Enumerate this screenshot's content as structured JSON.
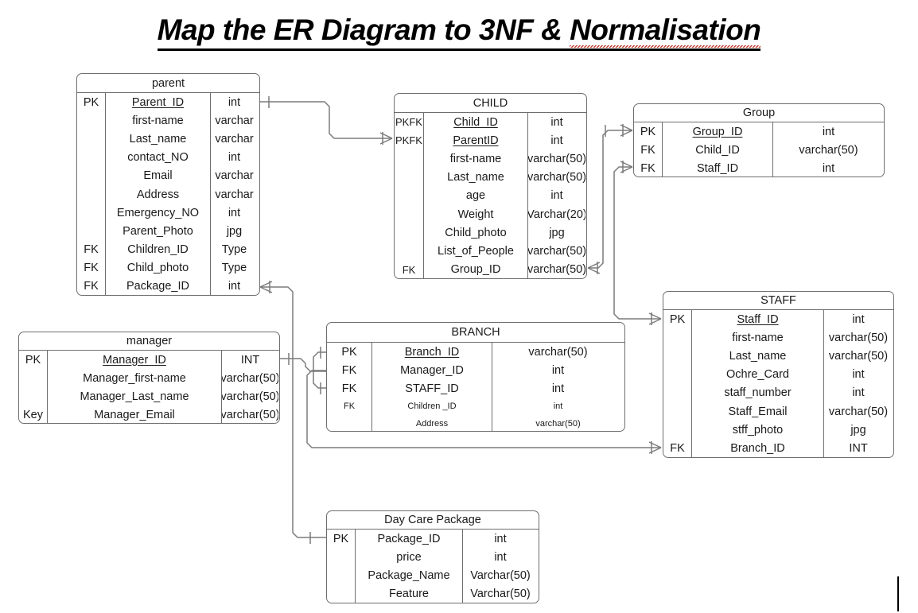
{
  "title": {
    "main": "Map the ER Diagram to 3NF & ",
    "misspelled_word": "Normalisation"
  },
  "colors": {
    "box_border": "#6e6e6e",
    "connector": "#7b7b7b",
    "text": "#1a1a1a",
    "title_underline": "#000000",
    "spellcheck_underline": "#c0392b",
    "background": "#ffffff"
  },
  "entities": {
    "parent": {
      "name": "parent",
      "rows": [
        {
          "key": "PK",
          "attr": "Parent_ID",
          "type": "int",
          "pk": true
        },
        {
          "key": "",
          "attr": "first-name",
          "type": "varchar",
          "pk": false
        },
        {
          "key": "",
          "attr": "Last_name",
          "type": "varchar",
          "pk": false
        },
        {
          "key": "",
          "attr": "contact_NO",
          "type": "int",
          "pk": false
        },
        {
          "key": "",
          "attr": "Email",
          "type": "varchar",
          "pk": false
        },
        {
          "key": "",
          "attr": "Address",
          "type": "varchar",
          "pk": false
        },
        {
          "key": "",
          "attr": "Emergency_NO",
          "type": "int",
          "pk": false
        },
        {
          "key": "",
          "attr": "Parent_Photo",
          "type": "jpg",
          "pk": false
        },
        {
          "key": "FK",
          "attr": "Children_ID",
          "type": "Type",
          "pk": false
        },
        {
          "key": "FK",
          "attr": "Child_photo",
          "type": "Type",
          "pk": false
        },
        {
          "key": "FK",
          "attr": "Package_ID",
          "type": "int",
          "pk": false
        }
      ]
    },
    "child": {
      "name": "CHILD",
      "rows": [
        {
          "key": "PKFK",
          "attr": "Child_ID",
          "type": "int",
          "pk": true
        },
        {
          "key": "PKFK",
          "attr": "ParentID",
          "type": "int",
          "pk": true
        },
        {
          "key": "",
          "attr": "first-name",
          "type": "varchar(50)",
          "pk": false
        },
        {
          "key": "",
          "attr": "Last_name",
          "type": "varchar(50)",
          "pk": false
        },
        {
          "key": "",
          "attr": "age",
          "type": "int",
          "pk": false
        },
        {
          "key": "",
          "attr": "Weight",
          "type": "Varchar(20)",
          "pk": false
        },
        {
          "key": "",
          "attr": "Child_photo",
          "type": "jpg",
          "pk": false
        },
        {
          "key": "",
          "attr": "List_of_People",
          "type": "varchar(50)",
          "pk": false
        },
        {
          "key": "FK",
          "attr": "Group_ID",
          "type": "varchar(50)",
          "pk": false
        }
      ]
    },
    "group": {
      "name": "Group",
      "rows": [
        {
          "key": "PK",
          "attr": "Group_ID",
          "type": "int",
          "pk": true
        },
        {
          "key": "FK",
          "attr": "Child_ID",
          "type": "varchar(50)",
          "pk": false
        },
        {
          "key": "FK",
          "attr": "Staff_ID",
          "type": "int",
          "pk": false
        }
      ]
    },
    "staff": {
      "name": "STAFF",
      "rows": [
        {
          "key": "PK",
          "attr": "Staff_ID",
          "type": "int",
          "pk": true
        },
        {
          "key": "",
          "attr": "first-name",
          "type": "varchar(50)",
          "pk": false
        },
        {
          "key": "",
          "attr": "Last_name",
          "type": "varchar(50)",
          "pk": false
        },
        {
          "key": "",
          "attr": "Ochre_Card",
          "type": "int",
          "pk": false
        },
        {
          "key": "",
          "attr": "staff_number",
          "type": "int",
          "pk": false
        },
        {
          "key": "",
          "attr": "Staff_Email",
          "type": "varchar(50)",
          "pk": false
        },
        {
          "key": "",
          "attr": "stff_photo",
          "type": "jpg",
          "pk": false
        },
        {
          "key": "FK",
          "attr": "Branch_ID",
          "type": "INT",
          "pk": false
        }
      ]
    },
    "manager": {
      "name": "manager",
      "rows": [
        {
          "key": "PK",
          "attr": "Manager_ID",
          "type": "INT",
          "pk": true
        },
        {
          "key": "",
          "attr": "Manager_first-name",
          "type": "varchar(50)",
          "pk": false
        },
        {
          "key": "",
          "attr": "Manager_Last_name",
          "type": "varchar(50)",
          "pk": false
        },
        {
          "key": "Key",
          "attr": "Manager_Email",
          "type": "varchar(50)",
          "pk": false
        }
      ]
    },
    "branch": {
      "name": "BRANCH",
      "rows": [
        {
          "key": "PK",
          "attr": "Branch_ID",
          "type": "varchar(50)",
          "pk": true,
          "small": false
        },
        {
          "key": "FK",
          "attr": "Manager_ID",
          "type": "int",
          "pk": false,
          "small": false
        },
        {
          "key": "FK",
          "attr": "STAFF_ID",
          "type": "int",
          "pk": false,
          "small": false
        },
        {
          "key": "FK",
          "attr": "Children _ID",
          "type": "int",
          "pk": false,
          "small": true
        },
        {
          "key": "",
          "attr": "Address",
          "type": "varchar(50)",
          "pk": false,
          "small": true
        }
      ]
    },
    "package": {
      "name": "Day Care Package",
      "rows": [
        {
          "key": "PK",
          "attr": "Package_ID",
          "type": "int",
          "pk": false
        },
        {
          "key": "",
          "attr": "price",
          "type": "int",
          "pk": false
        },
        {
          "key": "",
          "attr": "Package_Name",
          "type": "Varchar(50)",
          "pk": false
        },
        {
          "key": "",
          "attr": "Feature",
          "type": "Varchar(50)",
          "pk": false
        }
      ]
    }
  },
  "relationships": [
    {
      "from": "parent.Parent_ID",
      "to": "child.ParentID",
      "from_card": "one",
      "to_card": "many"
    },
    {
      "from": "child.Group_ID",
      "to": "group.Group_ID",
      "from_card": "one",
      "to_card": "many"
    },
    {
      "from": "group.Staff_ID",
      "to": "staff.Staff_ID",
      "from_card": "many",
      "to_card": "many"
    },
    {
      "from": "parent.Package_ID",
      "to": "package.Package_ID",
      "from_card": "many",
      "to_card": "one"
    },
    {
      "from": "manager.Manager_ID",
      "to": "branch.Branch_ID",
      "from_card": "many",
      "to_card": "one"
    },
    {
      "from": "branch.Manager_ID",
      "to": "staff.Branch_ID",
      "from_card": "one",
      "to_card": "many"
    }
  ]
}
